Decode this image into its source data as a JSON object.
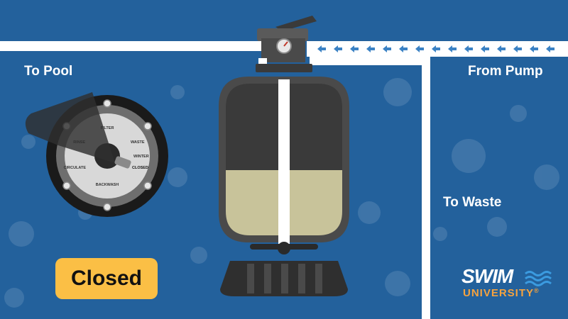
{
  "labels": {
    "to_pool": "To Pool",
    "from_pump": "From Pump",
    "to_waste": "To Waste"
  },
  "status": {
    "text": "Closed",
    "color": "#fbbf45"
  },
  "dial": {
    "positions": [
      "FILTER",
      "WASTE",
      "WINTER",
      "CLOSED",
      "BACKWASH",
      "CIRCULATE",
      "RINSE"
    ],
    "selected": "CLOSED"
  },
  "logo": {
    "line1": "SWIM",
    "line2": "UNIVERSITY",
    "mark": "®"
  },
  "flow": {
    "direction": "right-to-left",
    "arrow_color": "#3b82c4"
  },
  "colors": {
    "background": "#23619c",
    "pipe": "#ffffff",
    "tank": "#3a3a3a",
    "sand": "#c8c39a",
    "accent": "#f5a340"
  }
}
